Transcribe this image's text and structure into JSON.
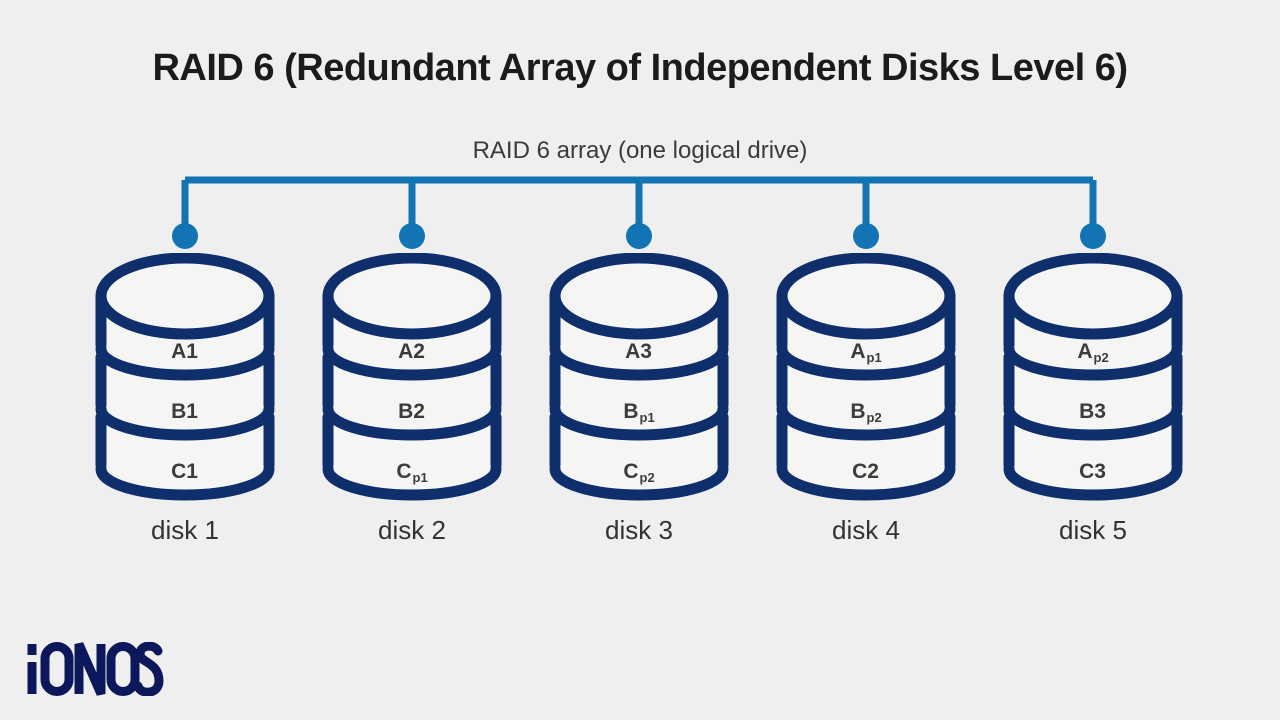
{
  "title": "RAID 6 (Redundant Array of Independent Disks Level 6)",
  "array_label": "RAID 6 array (one logical drive)",
  "brand": "IONOS",
  "colors": {
    "background": "#efefef",
    "disk_stroke": "#0e2f6b",
    "connector_blue": "#1274b2",
    "title_text": "#1b1b19",
    "label_text": "#3c3c3a",
    "brand_navy": "#0c175c"
  },
  "disks": [
    {
      "name": "disk 1",
      "blocks": [
        {
          "main": "A1",
          "sub": ""
        },
        {
          "main": "B1",
          "sub": ""
        },
        {
          "main": "C1",
          "sub": ""
        }
      ]
    },
    {
      "name": "disk 2",
      "blocks": [
        {
          "main": "A2",
          "sub": ""
        },
        {
          "main": "B2",
          "sub": ""
        },
        {
          "main": "C",
          "sub": "p1"
        }
      ]
    },
    {
      "name": "disk 3",
      "blocks": [
        {
          "main": "A3",
          "sub": ""
        },
        {
          "main": "B",
          "sub": "p1"
        },
        {
          "main": "C",
          "sub": "p2"
        }
      ]
    },
    {
      "name": "disk 4",
      "blocks": [
        {
          "main": "A",
          "sub": "p1"
        },
        {
          "main": "B",
          "sub": "p2"
        },
        {
          "main": "C2",
          "sub": ""
        }
      ]
    },
    {
      "name": "disk 5",
      "blocks": [
        {
          "main": "A",
          "sub": "p2"
        },
        {
          "main": "B3",
          "sub": ""
        },
        {
          "main": "C3",
          "sub": ""
        }
      ]
    }
  ]
}
